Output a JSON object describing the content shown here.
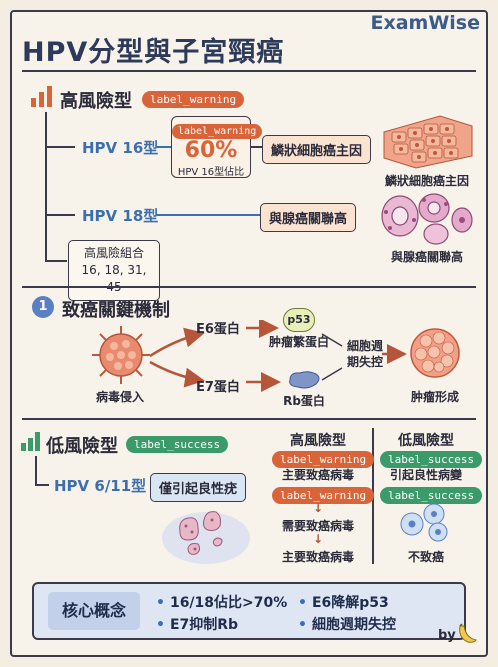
{
  "header": {
    "title": "HPV分型與子宮頸癌",
    "brand": "ExamWise"
  },
  "high_risk": {
    "heading": "高風險型",
    "badge": "label_warning",
    "hpv16": {
      "label": "HPV 16型",
      "badge": "label_warning",
      "percent": "60%",
      "caption": "HPV 16型佔比",
      "result": "鱗狀細胞癌主因",
      "image_caption": "鱗狀細胞癌主因"
    },
    "hpv18": {
      "label": "HPV 18型",
      "result": "與腺癌關聯高",
      "image_caption": "與腺癌關聯高"
    },
    "combo": {
      "line1": "高風險組合",
      "line2": "16, 18, 31, 45"
    }
  },
  "mechanism": {
    "number": "1",
    "heading": "致癌關鍵機制",
    "virus": "病毒侵入",
    "e6": "E6蛋白",
    "e7": "E7蛋白",
    "p53": "p53",
    "p53_caption": "肿瘤繁蛋白",
    "rb_caption": "Rb蛋白",
    "cycle_line1": "細胞週",
    "cycle_line2": "期失控",
    "tumor": "肿瘤形成"
  },
  "low_risk": {
    "heading": "低風險型",
    "badge": "label_success",
    "hpv": "HPV 6/11型",
    "result": "僅引起良性疣"
  },
  "compare": {
    "high": {
      "title": "高風險型",
      "badge1": "label_warning",
      "text1": "主要致癌病毒",
      "badge2": "label_warning",
      "text2": "需要致癌病毒",
      "text3": "主要致癌病毒"
    },
    "low": {
      "title": "低風險型",
      "badge1": "label_success",
      "text1": "引起良性病變",
      "badge2": "label_success",
      "text2": "不致癌"
    }
  },
  "summary": {
    "title": "核心概念",
    "items": [
      "16/18佔比>70%",
      "E6降解p53",
      "E7抑制Rb",
      "細胞週期失控"
    ],
    "by": "by"
  },
  "colors": {
    "warning": "#d9643a",
    "success": "#3a9a6a",
    "accent_blue": "#3d6fb0",
    "background": "#f8f3ea"
  }
}
